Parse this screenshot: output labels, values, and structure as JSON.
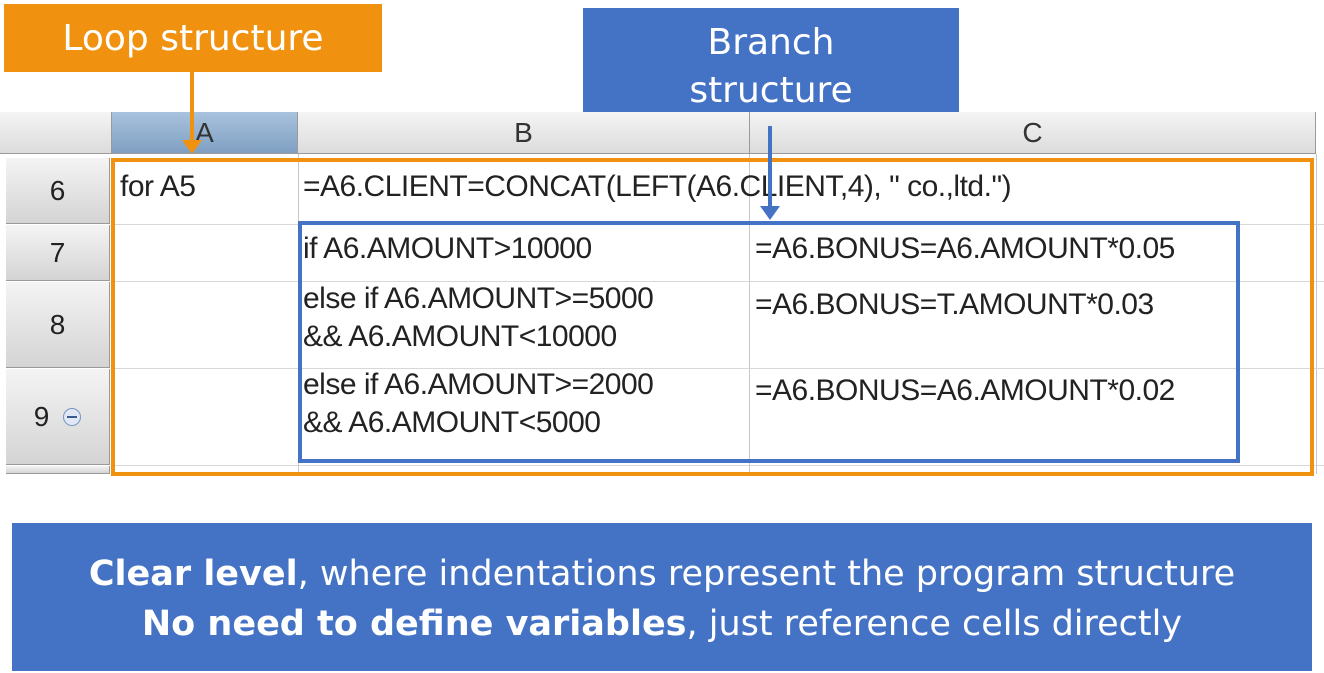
{
  "callouts": {
    "loop": "Loop structure",
    "branch_line1": "Branch",
    "branch_line2": "structure"
  },
  "sheet": {
    "columns": [
      "A",
      "B",
      "C"
    ],
    "rows": [
      "6",
      "7",
      "8",
      "9"
    ],
    "cells": {
      "a6": "for A5",
      "b6": "=A6.CLIENT=CONCAT(LEFT(A6.CLIENT,4), \" co.,ltd.\")",
      "b7": "if A6.AMOUNT>10000",
      "c7": "=A6.BONUS=A6.AMOUNT*0.05",
      "b8_line1": "else if A6.AMOUNT>=5000",
      "b8_line2": "&& A6.AMOUNT<10000",
      "c8": "=A6.BONUS=T.AMOUNT*0.03",
      "b9_line1": "else if A6.AMOUNT>=2000",
      "b9_line2": "&& A6.AMOUNT<5000",
      "c9": "=A6.BONUS=A6.AMOUNT*0.02"
    }
  },
  "banner": {
    "line1_bold": "Clear level",
    "line1_rest": ", where indentations represent  the program structure",
    "line2_bold": "No need to define variables",
    "line2_rest": ", just reference cells directly"
  },
  "colors": {
    "orange": "#f0920f",
    "blue": "#4472c4"
  },
  "icons": {
    "collapse": "minus-circle-icon"
  }
}
